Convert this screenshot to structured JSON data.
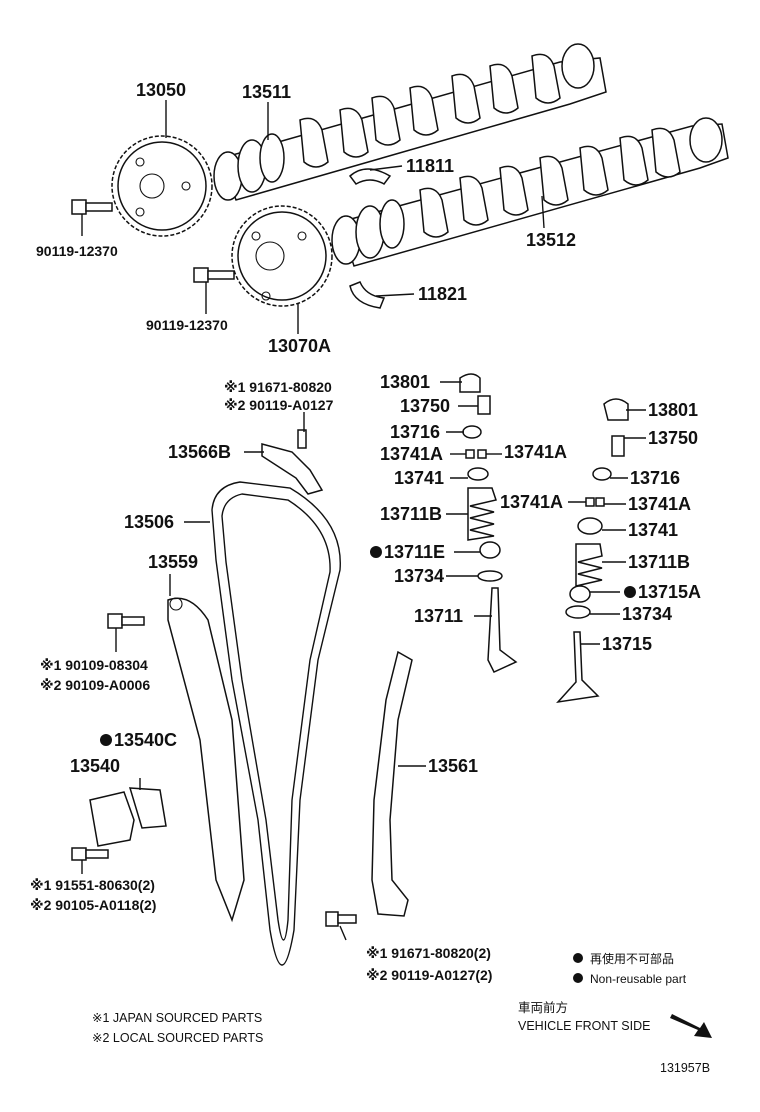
{
  "labels": {
    "p13050": "13050",
    "p13511": "13511",
    "p11811": "11811",
    "p13512": "13512",
    "p11821": "11821",
    "p13070a": "13070A",
    "bolt_a": "90119-12370",
    "bolt_b": "90119-12370",
    "g_bolt_1": "※1 91671-80820",
    "g_bolt_2": "※2 90119-A0127",
    "p13566b": "13566B",
    "p13506": "13506",
    "p13559": "13559",
    "pv_bolt_1": "※1 90109-08304",
    "pv_bolt_2": "※2 90109-A0006",
    "p13540c": "13540C",
    "p13540": "13540",
    "t_bolt_1": "※1 91551-80630(2)",
    "t_bolt_2": "※2 90105-A0118(2)",
    "p13561": "13561",
    "s_bolt_1": "※1 91671-80820(2)",
    "s_bolt_2": "※2 90119-A0127(2)",
    "l13801": "13801",
    "l13750": "13750",
    "l13716": "13716",
    "l13741a_l": "13741A",
    "l13741a_r": "13741A",
    "l13741": "13741",
    "l13711b": "13711B",
    "l13711e": "13711E",
    "l13734": "13734",
    "l13711": "13711",
    "r13801": "13801",
    "r13750": "13750",
    "r13716": "13716",
    "r13741a_l": "13741A",
    "r13741a_r": "13741A",
    "r13741": "13741",
    "r13711b": "13711B",
    "r13715a": "13715A",
    "r13734": "13734",
    "r13715": "13715"
  },
  "legend": {
    "jp": "再使用不可部品",
    "en": "Non-reusable part"
  },
  "notes": {
    "japan": "※1 JAPAN SOURCED PARTS",
    "local": "※2 LOCAL SOURCED PARTS"
  },
  "direction": {
    "jp": "車両前方",
    "en": "VEHICLE FRONT SIDE"
  },
  "figure_id": "131957B",
  "icons": {
    "non_reusable_mark": "filled-circle",
    "front_arrow": "arrow-down-right"
  }
}
